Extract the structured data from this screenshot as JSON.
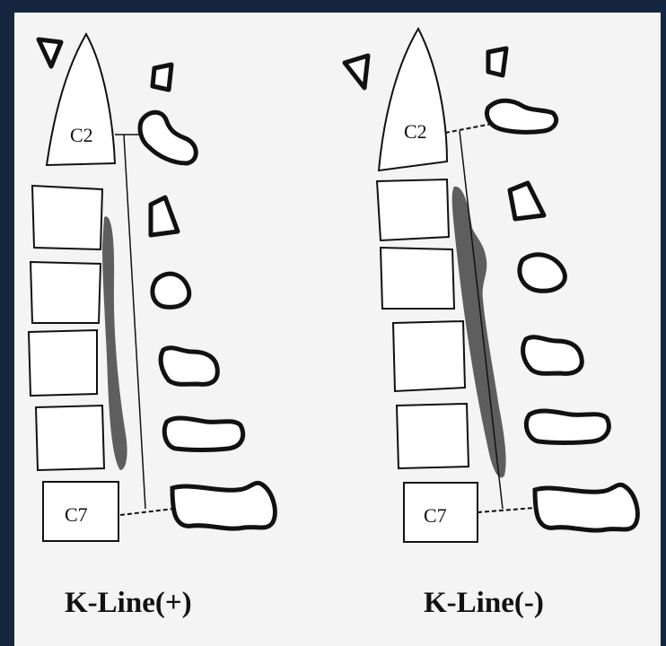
{
  "panels": [
    {
      "caption": "K-Line(+)",
      "labels": {
        "top_vertebra": "C2",
        "bottom_vertebra": "C7"
      }
    },
    {
      "caption": "K-Line(-)",
      "labels": {
        "top_vertebra": "C2",
        "bottom_vertebra": "C7"
      }
    }
  ],
  "colors": {
    "frame": "#142640",
    "background": "#f4f4f4",
    "outline": "#111111",
    "ossification": "#5e5e5e"
  }
}
